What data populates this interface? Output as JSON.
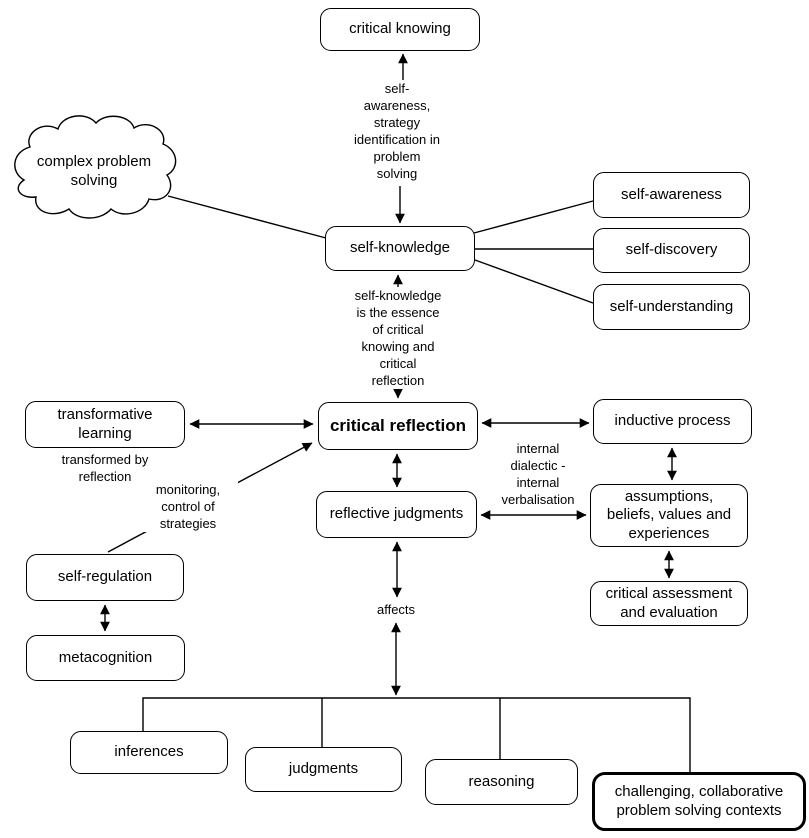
{
  "colors": {
    "background": "#ffffff",
    "stroke": "#000000",
    "text": "#000000"
  },
  "nodes": {
    "critical_knowing": "critical knowing",
    "complex_problem_solving": "complex problem\nsolving",
    "self_knowledge": "self-knowledge",
    "self_awareness": "self-awareness",
    "self_discovery": "self-discovery",
    "self_understanding": "self-understanding",
    "critical_reflection": "critical reflection",
    "transformative_learning": "transformative\nlearning",
    "inductive_process": "inductive process",
    "reflective_judgments": "reflective judgments",
    "assumptions_beliefs": "assumptions,\nbeliefs, values and\nexperiences",
    "critical_assessment": "critical assessment\nand evaluation",
    "self_regulation": "self-regulation",
    "metacognition": "metacognition",
    "inferences": "inferences",
    "judgments": "judgments",
    "reasoning": "reasoning",
    "challenging_contexts": "challenging, collaborative\nproblem solving contexts"
  },
  "edge_labels": {
    "strategy_identification": "self-\nawareness,\nstrategy\nidentification in\nproblem\nsolving",
    "essence": "self-knowledge\nis the essence\nof critical\nknowing and\ncritical\nreflection",
    "transformed_by_reflection": "transformed by\nreflection",
    "monitoring_control": "monitoring,\ncontrol of\nstrategies",
    "internal_dialectic": "internal\ndialectic -\ninternal\nverbalisation",
    "affects": "affects"
  },
  "edges": [
    {
      "from": "self_knowledge",
      "to": "critical_knowing",
      "arrows": "both",
      "label": "strategy_identification"
    },
    {
      "from": "complex_problem_solving",
      "to": "self_knowledge",
      "arrows": "none"
    },
    {
      "from": "self_knowledge",
      "to": "self_awareness",
      "arrows": "none"
    },
    {
      "from": "self_knowledge",
      "to": "self_discovery",
      "arrows": "none"
    },
    {
      "from": "self_knowledge",
      "to": "self_understanding",
      "arrows": "none"
    },
    {
      "from": "self_knowledge",
      "to": "critical_reflection",
      "arrows": "both",
      "label": "essence"
    },
    {
      "from": "transformative_learning",
      "to": "critical_reflection",
      "arrows": "both",
      "label": "transformed_by_reflection"
    },
    {
      "from": "critical_reflection",
      "to": "inductive_process",
      "arrows": "both"
    },
    {
      "from": "self_regulation",
      "to": "critical_reflection",
      "arrows": "to",
      "label": "monitoring_control"
    },
    {
      "from": "critical_reflection",
      "to": "reflective_judgments",
      "arrows": "both"
    },
    {
      "from": "inductive_process",
      "to": "assumptions_beliefs",
      "arrows": "both"
    },
    {
      "from": "reflective_judgments",
      "to": "assumptions_beliefs",
      "arrows": "both",
      "label": "internal_dialectic"
    },
    {
      "from": "assumptions_beliefs",
      "to": "critical_assessment",
      "arrows": "both"
    },
    {
      "from": "self_regulation",
      "to": "metacognition",
      "arrows": "both"
    },
    {
      "from": "reflective_judgments",
      "to": "outcomes_group",
      "arrows": "both",
      "label": "affects"
    },
    {
      "from": "outcomes_group",
      "to": "inferences",
      "arrows": "none"
    },
    {
      "from": "outcomes_group",
      "to": "judgments",
      "arrows": "none"
    },
    {
      "from": "outcomes_group",
      "to": "reasoning",
      "arrows": "none"
    },
    {
      "from": "outcomes_group",
      "to": "challenging_contexts",
      "arrows": "none"
    }
  ]
}
